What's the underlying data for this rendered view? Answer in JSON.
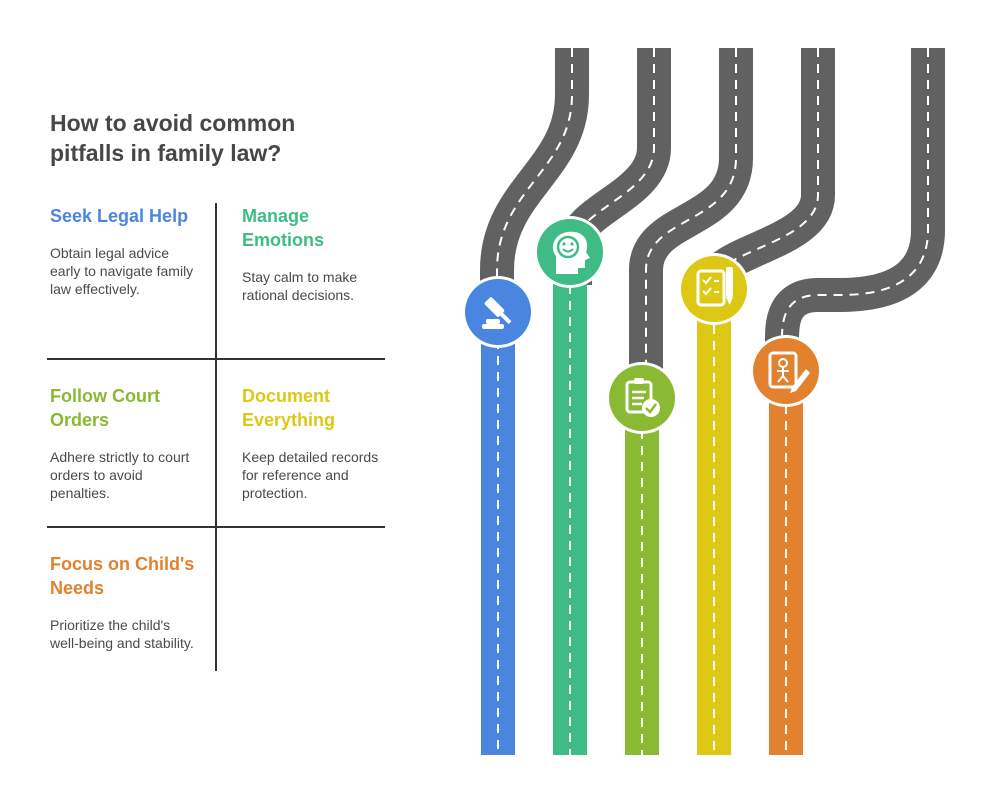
{
  "title": "How to avoid common pitfalls in family law?",
  "items": [
    {
      "heading": "Seek Legal Help",
      "text": "Obtain legal advice early to navigate family law effectively.",
      "color": "#4a86e0",
      "icon": "gavel-icon"
    },
    {
      "heading": "Manage Emotions",
      "text": "Stay calm to make rational decisions.",
      "color": "#3fbc85",
      "icon": "emotion-head-icon"
    },
    {
      "heading": "Follow Court Orders",
      "text": "Adhere strictly to court orders to avoid penalties.",
      "color": "#8ab933",
      "icon": "clipboard-check-icon"
    },
    {
      "heading": "Document Everything",
      "text": "Keep detailed records for reference and protection.",
      "color": "#ddc816",
      "icon": "checklist-pen-icon"
    },
    {
      "heading": "Focus on Child's Needs",
      "text": "Prioritize the child's well-being and stability.",
      "color": "#e2812e",
      "icon": "child-care-icon"
    }
  ]
}
